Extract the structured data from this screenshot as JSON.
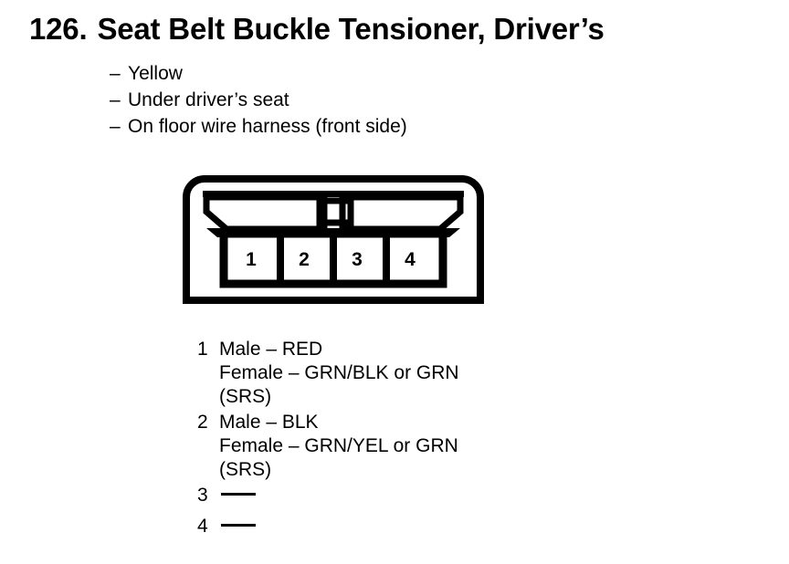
{
  "header": {
    "number": "126.",
    "title": "Seat Belt Buckle Tensioner, Driver’s"
  },
  "attributes": {
    "dash": "–",
    "items": [
      "Yellow",
      "Under driver’s seat",
      "On floor wire harness (front side)"
    ]
  },
  "connector": {
    "pin_count": 4,
    "pin_labels": [
      "1",
      "2",
      "3",
      "4"
    ],
    "outline_color": "#000000",
    "fill_color": "#ffffff"
  },
  "legend": {
    "entries": [
      {
        "index": "1",
        "lines": [
          "Male – RED",
          "Female – GRN/BLK or GRN",
          "(SRS)"
        ],
        "unused": false
      },
      {
        "index": "2",
        "lines": [
          "Male – BLK",
          "Female – GRN/YEL or GRN",
          "(SRS)"
        ],
        "unused": false
      },
      {
        "index": "3",
        "lines": [
          ""
        ],
        "unused": true
      },
      {
        "index": "4",
        "lines": [
          ""
        ],
        "unused": true
      }
    ]
  }
}
